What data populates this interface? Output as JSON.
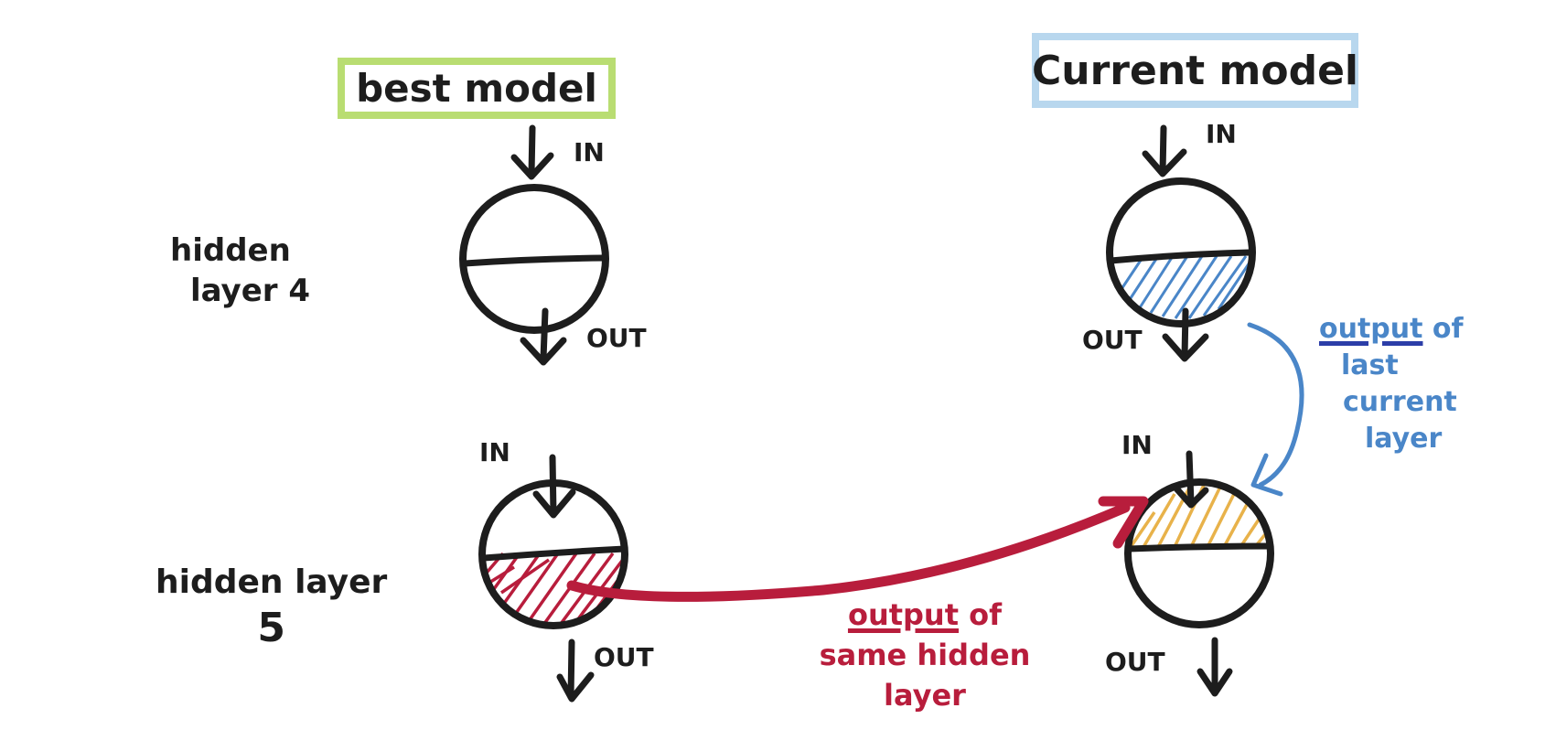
{
  "colors": {
    "ink": "#1d1d1d",
    "best_box": "#b9dd72",
    "current_box": "#b8d7ee",
    "red": "#b81d3c",
    "blue": "#4a86c8",
    "blue_underline": "#2c3ea8",
    "orange": "#e8b24a"
  },
  "headers": {
    "best_model": "best model",
    "current_model": "Current model"
  },
  "rows": {
    "layer4": {
      "line1": "hidden",
      "line2": "layer 4"
    },
    "layer5": {
      "line1": "hidden layer",
      "line2": "5"
    }
  },
  "ports": {
    "in": "IN",
    "out": "OUT"
  },
  "notes": {
    "blue": {
      "line1_a": "output",
      "line1_b": " of",
      "line2": "last",
      "line3": "current",
      "line4": "layer"
    },
    "red": {
      "line1_a": "output",
      "line1_b": " of",
      "line2": "same hidden",
      "line3": "layer"
    }
  }
}
